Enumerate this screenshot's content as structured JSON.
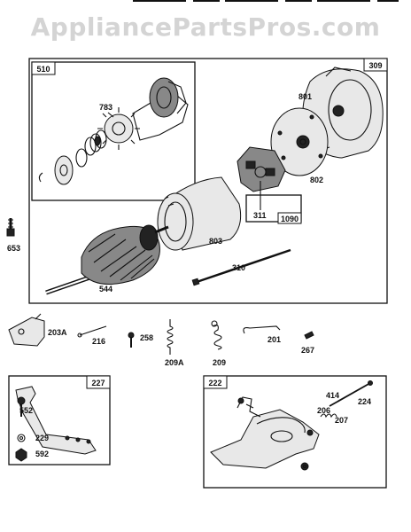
{
  "watermark": "AppliancePartsPros.com",
  "boxes": {
    "main": "309",
    "drive": "510",
    "brush": "1090",
    "bracket": "227",
    "control": "222"
  },
  "parts": {
    "p783": "783",
    "p801": "801",
    "p802": "802",
    "p311": "311",
    "p803": "803",
    "p653": "653",
    "p544": "544",
    "p310": "310",
    "p203A": "203A",
    "p216": "216",
    "p258": "258",
    "p209A": "209A",
    "p209": "209",
    "p201": "201",
    "p267": "267",
    "p552": "552",
    "p229": "229",
    "p592": "592",
    "p414": "414",
    "p206": "206",
    "p224": "224",
    "p207": "207"
  }
}
